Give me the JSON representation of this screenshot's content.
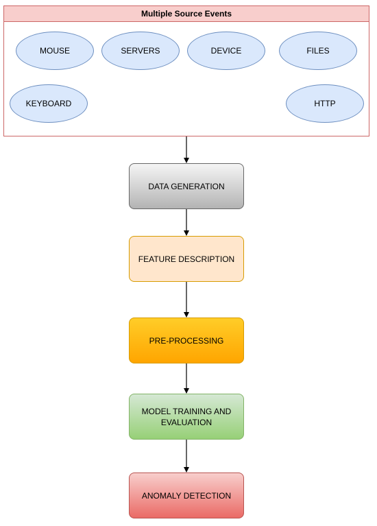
{
  "source_group": {
    "title": "Multiple Source Events",
    "events": [
      "MOUSE",
      "SERVERS",
      "DEVICE",
      "FILES",
      "KEYBOARD",
      "HTTP"
    ]
  },
  "pipeline": {
    "steps": [
      {
        "label": "DATA GENERATION",
        "fill_top": "#f5f5f5",
        "fill_bottom": "#b3b3b3",
        "stroke": "#666666"
      },
      {
        "label": "FEATURE DESCRIPTION",
        "fill_top": "#ffe6cc",
        "fill_bottom": "#ffe6cc",
        "stroke": "#d79b00"
      },
      {
        "label": "PRE-PROCESSING",
        "fill_top": "#ffcd28",
        "fill_bottom": "#ffa500",
        "stroke": "#d79b00"
      },
      {
        "label": "MODEL TRAINING AND EVALUATION",
        "fill_top": "#d5e8d4",
        "fill_bottom": "#97d077",
        "stroke": "#82b366"
      },
      {
        "label": "ANOMALY DETECTION",
        "fill_top": "#f8cecc",
        "fill_bottom": "#ea6b66",
        "stroke": "#b85450"
      }
    ]
  },
  "colors": {
    "event_fill": "#dae8fc",
    "event_stroke": "#6c8ebf",
    "dashed_connector": "#1f1f99",
    "arrow": "#000000"
  }
}
